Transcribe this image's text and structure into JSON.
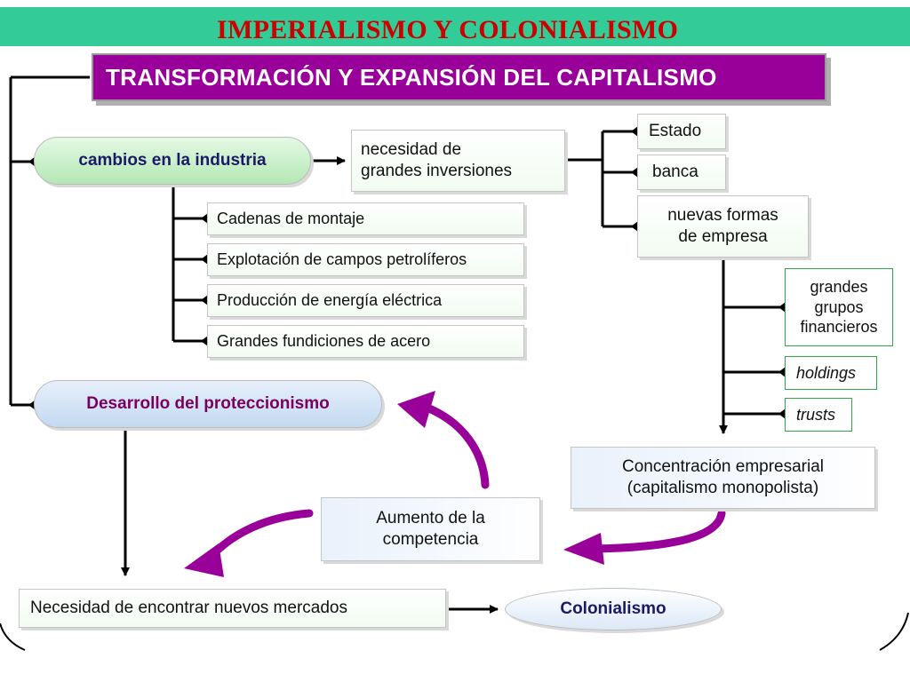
{
  "title": "IMPERIALISMO Y  COLONIALISMO",
  "header": "TRANSFORMACIÓN Y EXPANSIÓN DEL CAPITALISMO",
  "nodes": {
    "cambios": "cambios en la industria",
    "necesidad_1": "necesidad de",
    "necesidad_2": "grandes inversiones",
    "estado": "Estado",
    "banca": "banca",
    "nuevas_1": "nuevas formas",
    "nuevas_2": "de empresa",
    "industry_items": [
      "Cadenas de montaje",
      "Explotación de campos petrolíferos",
      "Producción de energía eléctrica",
      "Grandes fundiciones de acero"
    ],
    "grupos_1": "grandes",
    "grupos_2": "grupos",
    "grupos_3": "financieros",
    "holdings": "holdings",
    "trusts": "trusts",
    "proteccionismo": "Desarrollo del proteccionismo",
    "concentracion_1": "Concentración empresarial",
    "concentracion_2": "(capitalismo monopolista)",
    "aumento_1": "Aumento de la",
    "aumento_2": "competencia",
    "mercados": "Necesidad de encontrar nuevos mercados",
    "colonialismo": "Colonialismo"
  },
  "colors": {
    "title_bar": "#33cc99",
    "title_text": "#cc0000",
    "header_bg": "#990099",
    "curved_arrows": "#990099",
    "connectors": "#000000",
    "green_border": "#33a64a"
  }
}
